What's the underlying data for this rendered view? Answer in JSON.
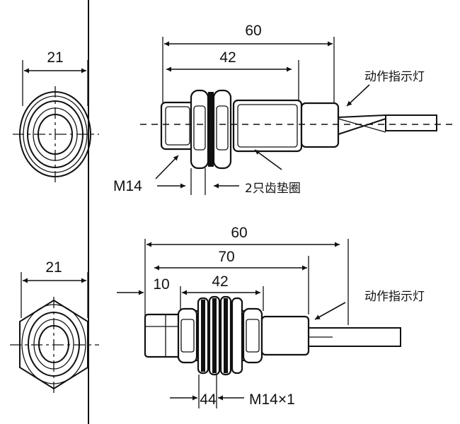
{
  "top_view": {
    "dim_overall": "60",
    "dim_thread": "42",
    "dim_diameter": "21",
    "thread_label": "M14",
    "washer_label": "2只齿垫圈",
    "led_label": "动作指示灯"
  },
  "bottom_view": {
    "dim_overall": "60",
    "dim_length": "70",
    "dim_thread": "42",
    "dim_head": "10",
    "dim_diameter": "21",
    "dim_nut": "44",
    "thread_label": "M14×1",
    "led_label": "动作指示灯"
  }
}
